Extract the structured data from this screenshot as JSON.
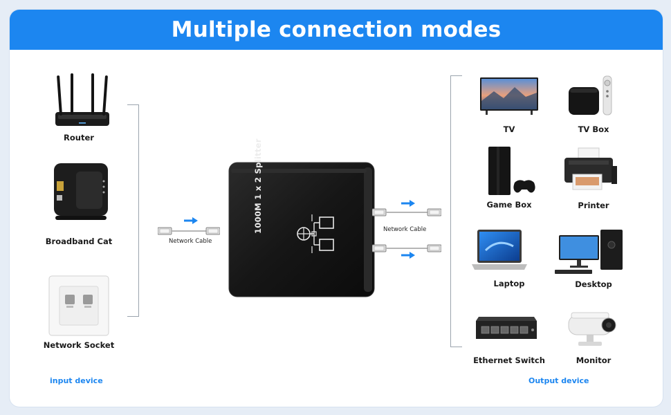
{
  "header": {
    "title": "Multiple connection modes"
  },
  "input": {
    "devices": [
      {
        "label": "Router",
        "icon": "router-icon"
      },
      {
        "label": "Broadband Cat",
        "icon": "broadband-modem-icon"
      },
      {
        "label": "Network Socket",
        "icon": "network-socket-icon"
      }
    ],
    "section_label": "input device"
  },
  "cables": {
    "input_label": "Network Cable",
    "output_label": "Network Cable"
  },
  "splitter": {
    "text": "1000M 1 x 2 Splitter"
  },
  "output": {
    "devices": [
      {
        "label": "TV",
        "icon": "tv-icon"
      },
      {
        "label": "TV Box",
        "icon": "tv-box-icon"
      },
      {
        "label": "Game Box",
        "icon": "game-console-icon"
      },
      {
        "label": "Printer",
        "icon": "printer-icon"
      },
      {
        "label": "Laptop",
        "icon": "laptop-icon"
      },
      {
        "label": "Desktop",
        "icon": "desktop-icon"
      },
      {
        "label": "Ethernet Switch",
        "icon": "ethernet-switch-icon"
      },
      {
        "label": "Monitor",
        "icon": "security-camera-icon"
      }
    ],
    "section_label": "Output device"
  },
  "colors": {
    "accent": "#1c86f0",
    "background": "#e6edf6"
  }
}
